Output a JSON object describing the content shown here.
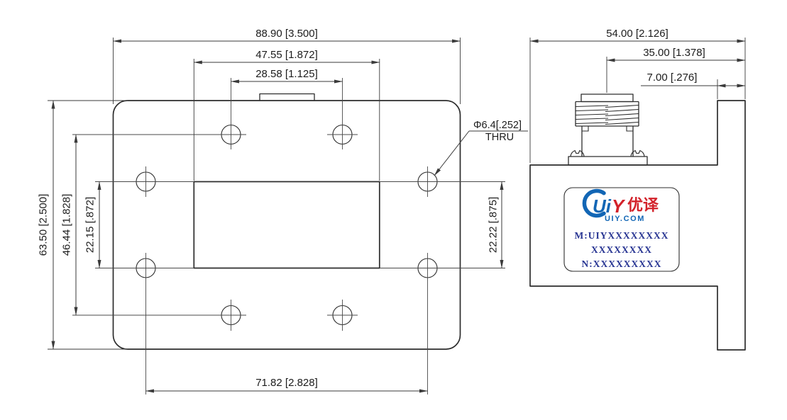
{
  "drawing": {
    "front_view": {
      "dim_total_width": "88.90 [3.500]",
      "dim_aperture_width": "47.55 [1.872]",
      "dim_top_holes_spacing": "28.58 [1.125]",
      "dim_total_height": "63.50 [2.500]",
      "dim_hole_rows_height": "46.44 [1.828]",
      "dim_aperture_height": "22.15 [.872]",
      "dim_side_holes_height": "22.22 [.875]",
      "dim_bottom_holes_spacing": "71.82 [2.828]",
      "hole_note_diameter": "Φ6.4[.252]",
      "hole_note_thru": "THRU"
    },
    "side_view": {
      "dim_total_depth": "54.00 [2.126]",
      "dim_connector_offset": "35.00 [1.378]",
      "dim_flange_thickness": "7.00 [.276]",
      "label": {
        "logo_text_blue": "Ui",
        "logo_text_red": "Y",
        "logo_cn": "优译",
        "logo_domain": "UIY.COM",
        "line1": "M:UIYXXXXXXXX",
        "line2": "XXXXXXXX",
        "line3": "N:XXXXXXXXX"
      }
    },
    "colors": {
      "line": "#2d2d2d",
      "dimension": "#3a3a3a",
      "logo_blue": "#1266b5",
      "logo_red": "#d3222a",
      "label_text": "#283593"
    }
  }
}
